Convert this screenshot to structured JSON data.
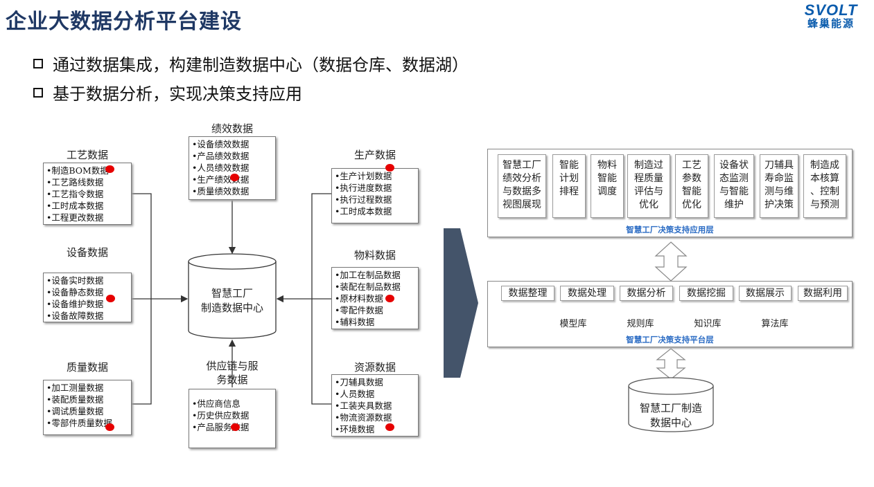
{
  "title": "企业大数据分析平台建设",
  "logo": {
    "en": "SVOLT",
    "cn": "蜂巢能源"
  },
  "bullets": [
    "通过数据集成，构建制造数据中心（数据仓库、数据湖）",
    "基于数据分析，实现决策支持应用"
  ],
  "left_diagram": {
    "center": {
      "line1": "智慧工厂",
      "line2": "制造数据中心"
    },
    "groups": {
      "craft": {
        "label": "工艺数据",
        "items": [
          "•制造BOM数据",
          "•工艺路线数据",
          "•工艺指令数据",
          "•工时成本数据",
          "•工程更改数据"
        ]
      },
      "equip": {
        "label": "设备数据",
        "items": [
          "•设备实时数据",
          "•设备静态数据",
          "•设备维护数据",
          "•设备故障数据"
        ]
      },
      "quality": {
        "label": "质量数据",
        "items": [
          "•加工测量数据",
          "•装配质量数据",
          "•调试质量数据",
          "•零部件质量数据"
        ]
      },
      "perf": {
        "label": "绩效数据",
        "items": [
          "•设备绩效数据",
          "•产品绩效数据",
          "•人员绩效数据",
          "•生产绩效数据",
          "•质量绩效数据"
        ]
      },
      "supply": {
        "label_line1": "供应链与服",
        "label_line2": "务数据",
        "items": [
          "•供应商信息",
          "•历史供应数据",
          "•产品服务数据"
        ]
      },
      "prod": {
        "label": "生产数据",
        "items": [
          "•生产计划数据",
          "•执行进度数据",
          "•执行过程数据",
          "•工时成本数据"
        ]
      },
      "material": {
        "label": "物料数据",
        "items": [
          "•加工在制品数据",
          "•装配在制品数据",
          "•原材料数据",
          "•零配件数据",
          "•辅料数据"
        ]
      },
      "resource": {
        "label": "资源数据",
        "items": [
          "•刀辅具数据",
          "•人员数据",
          "•工装夹具数据",
          "•物流资源数据",
          "•环境数据"
        ]
      }
    }
  },
  "right_diagram": {
    "app_layer": {
      "label": "智慧工厂决策支持应用层",
      "items": [
        [
          "智慧工厂",
          "绩效分析",
          "与数据多",
          "视图展现"
        ],
        [
          "智能",
          "计划",
          "排程"
        ],
        [
          "物料",
          "智能",
          "调度"
        ],
        [
          "制造过",
          "程质量",
          "评估与",
          "优化"
        ],
        [
          "工艺",
          "参数",
          "智能",
          "优化"
        ],
        [
          "设备状",
          "态监测",
          "与智能",
          "维护"
        ],
        [
          "刀辅具",
          "寿命监",
          "测与维",
          "护决策"
        ],
        [
          "制造成",
          "本核算",
          "、控制",
          "与预测"
        ]
      ]
    },
    "platform_layer": {
      "label": "智慧工厂决策支持平台层",
      "functions": [
        "数据整理",
        "数据处理",
        "数据分析",
        "数据挖掘",
        "数据展示",
        "数据利用"
      ],
      "libraries": [
        "模型库",
        "规则库",
        "知识库",
        "算法库"
      ]
    },
    "data_center": {
      "line1": "智慧工厂制造",
      "line2": "数据中心"
    }
  },
  "colors": {
    "title": "#1f3864",
    "accent_arrow": "#44546a",
    "layer_label": "#2b6cc4",
    "marker": "#e60000"
  }
}
